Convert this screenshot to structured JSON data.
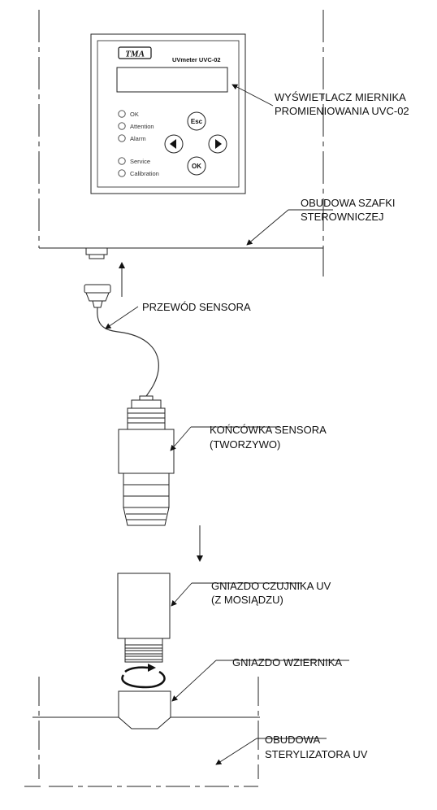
{
  "device": {
    "logo": "TMA",
    "model": "UVmeter  UVC-02",
    "leds": [
      "OK",
      "Attention",
      "Alarm",
      "Service",
      "Calibration"
    ],
    "buttons": {
      "esc": "Esc",
      "ok": "OK"
    }
  },
  "labels": {
    "display_line1": "WYŚWIETLACZ MIERNIKA",
    "display_line2": "PROMIENIOWANIA UVC-02",
    "cabinet_line1": "OBUDOWA SZAFKI",
    "cabinet_line2": "STEROWNICZEJ",
    "cable": "PRZEWÓD SENSORA",
    "tip_line1": "KOŃCÓWKA SENSORA",
    "tip_line2": "(TWORZYWO)",
    "socket_line1": "GNIAZDO CZUJNIKA UV",
    "socket_line2": "(Z MOSIĄDZU)",
    "port": "GNIAZDO WZIERNIKA",
    "housing_line1": "OBUDOWA",
    "housing_line2": "STERYLIZATORA UV"
  }
}
